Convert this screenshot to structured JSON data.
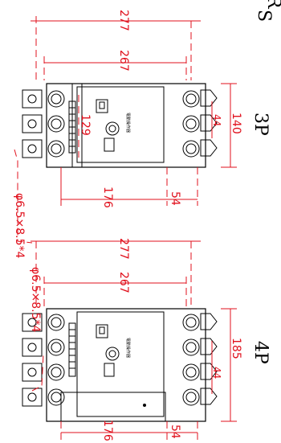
{
  "top_view": {
    "title": "3P",
    "label_277": "277",
    "label_267": "267",
    "label_140": "140",
    "label_44": "44",
    "label_129": "129",
    "label_176": "176",
    "label_54": "54",
    "hole_note": "φ6.5×8.5*4",
    "brand_text": "電動操作器"
  },
  "bottom_view": {
    "title": "4P",
    "label_277": "277",
    "label_267": "267",
    "label_185": "185",
    "label_44": "44",
    "label_176": "176",
    "label_54": "54",
    "hole_note": "φ6.5×8.5*4",
    "brand_text": "電動操作器"
  },
  "top_edge_fragments": [
    "S",
    "R"
  ],
  "colors": {
    "dimension": "#e0101c",
    "outline": "#000000"
  }
}
